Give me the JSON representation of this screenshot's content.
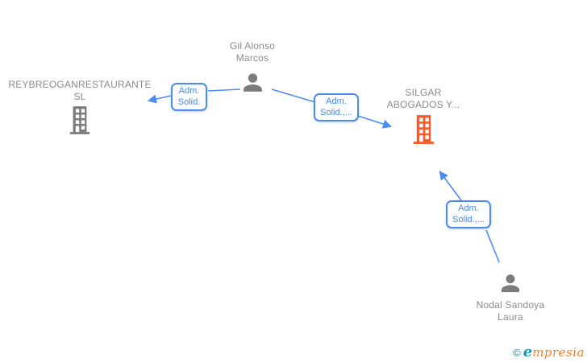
{
  "diagram": {
    "nodes": [
      {
        "id": "gil-alonso-marcos",
        "type": "person",
        "label": "Gil Alonso Marcos"
      },
      {
        "id": "reybreoganrestaurante-sl",
        "type": "company",
        "label": "REYBREOGANRESTAURANTE SL"
      },
      {
        "id": "silgar-abogados",
        "type": "company",
        "label": "SILGAR ABOGADOS Y...",
        "highlighted": true
      },
      {
        "id": "nodal-sandoya-laura",
        "type": "person",
        "label": "Nodal Sandoya Laura"
      }
    ],
    "edges": [
      {
        "from": "gil-alonso-marcos",
        "to": "reybreoganrestaurante-sl",
        "label": "Adm. Solid."
      },
      {
        "from": "gil-alonso-marcos",
        "to": "silgar-abogados",
        "label": "Adm. Solid.,..."
      },
      {
        "from": "nodal-sandoya-laura",
        "to": "silgar-abogados",
        "label": "Adm. Solid.,..."
      }
    ],
    "colors": {
      "edge": "#4a8cf5",
      "node_label": "#8a8a8a",
      "gray_icon": "#7c7c7c",
      "highlight_icon": "#fb5a2b"
    }
  },
  "footer": {
    "copyright_symbol": "©",
    "brand_first_letter": "e",
    "brand_rest": "mpresia"
  }
}
